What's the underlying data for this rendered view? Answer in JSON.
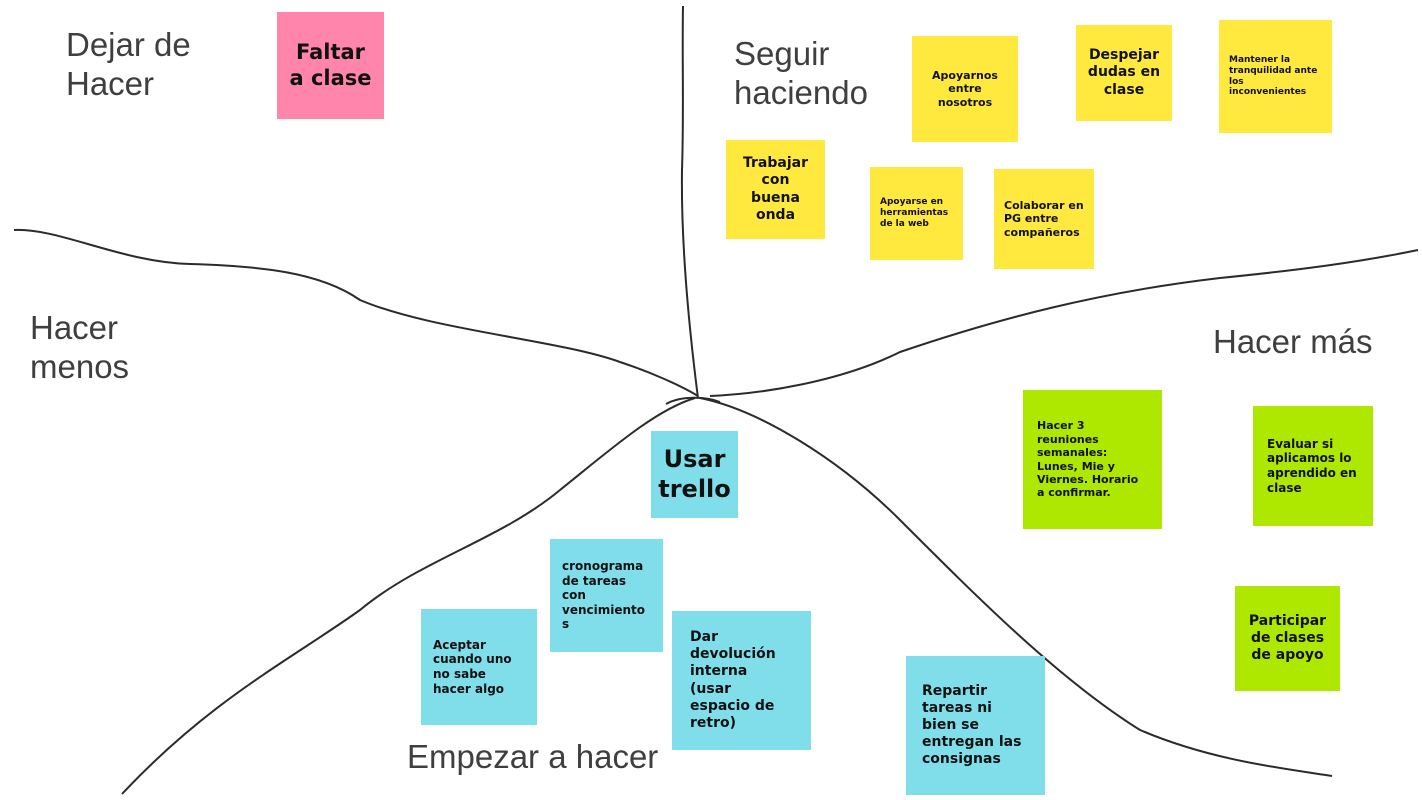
{
  "board": {
    "background": "#ffffff",
    "line_color": "#2b2b2b"
  },
  "colors": {
    "pink": "#ff85ad",
    "yellow": "#ffe93f",
    "green": "#aee800",
    "cyan": "#80deea"
  },
  "sections": {
    "dejar_de_hacer": "Dejar de\nHacer",
    "seguir_haciendo": "Seguir\nhaciendo",
    "hacer_menos": "Hacer\nmenos",
    "hacer_mas": "Hacer más",
    "empezar_a_hacer": "Empezar a hacer"
  },
  "notes": {
    "faltar_clase": "Faltar a clase",
    "trabajar_buena_onda": "Trabajar con buena onda",
    "apoyarnos": "Apoyarnos entre nosotros",
    "despejar_dudas": "Despejar dudas en clase",
    "mantener_tranquilidad": "Mantener la tranquilidad ante los inconvenientes",
    "apoyarse_herramientas": "Apoyarse en herramientas de la web",
    "colaborar_pg": "Colaborar en PG entre compañeros",
    "hacer_reuniones": "Hacer 3 reuniones semanales: Lunes, Mie y Viernes. Horario a confirmar.",
    "evaluar_aprendido": "Evaluar si aplicamos lo aprendido en clase",
    "participar_apoyo": "Participar de clases de apoyo",
    "usar_trello": "Usar trello",
    "cronograma": "cronograma de tareas con vencimientos",
    "aceptar": "Aceptar cuando uno no sabe hacer algo",
    "dar_devolucion": "Dar devolución interna (usar espacio de retro)",
    "repartir_tareas": "Repartir tareas ni bien se entregan las consignas"
  }
}
